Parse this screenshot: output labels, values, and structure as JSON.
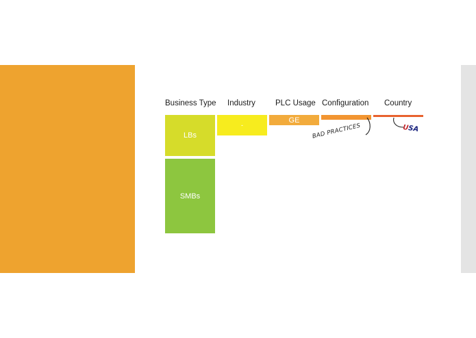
{
  "columns": [
    {
      "label": "Business Type"
    },
    {
      "label": "Industry"
    },
    {
      "label": "PLC Usage"
    },
    {
      "label": "Configuration"
    },
    {
      "label": "Country"
    }
  ],
  "blocks": {
    "lbs": {
      "label": "LBs",
      "color": "#d6dc2a"
    },
    "smbs": {
      "label": "SMBs",
      "color": "#8dc63f"
    },
    "industry": {
      "label": "-",
      "color": "#f7ec1e"
    },
    "plc_usage": {
      "label": "GE",
      "color": "#f2ab3c"
    },
    "configuration": {
      "label": "",
      "color": "#f29531"
    },
    "country": {
      "label": "",
      "color": "#e8622e"
    }
  },
  "annotations": {
    "bad_practices": "BAD PRACTICES",
    "usa": {
      "u": "U",
      "s": "S",
      "a": "A",
      "colors": {
        "u": "#c1272d",
        "s": "#1a237e",
        "a": "#1a237e"
      }
    }
  },
  "colors": {
    "left_panel": "#eea32f",
    "right_strip": "#e4e4e4"
  }
}
